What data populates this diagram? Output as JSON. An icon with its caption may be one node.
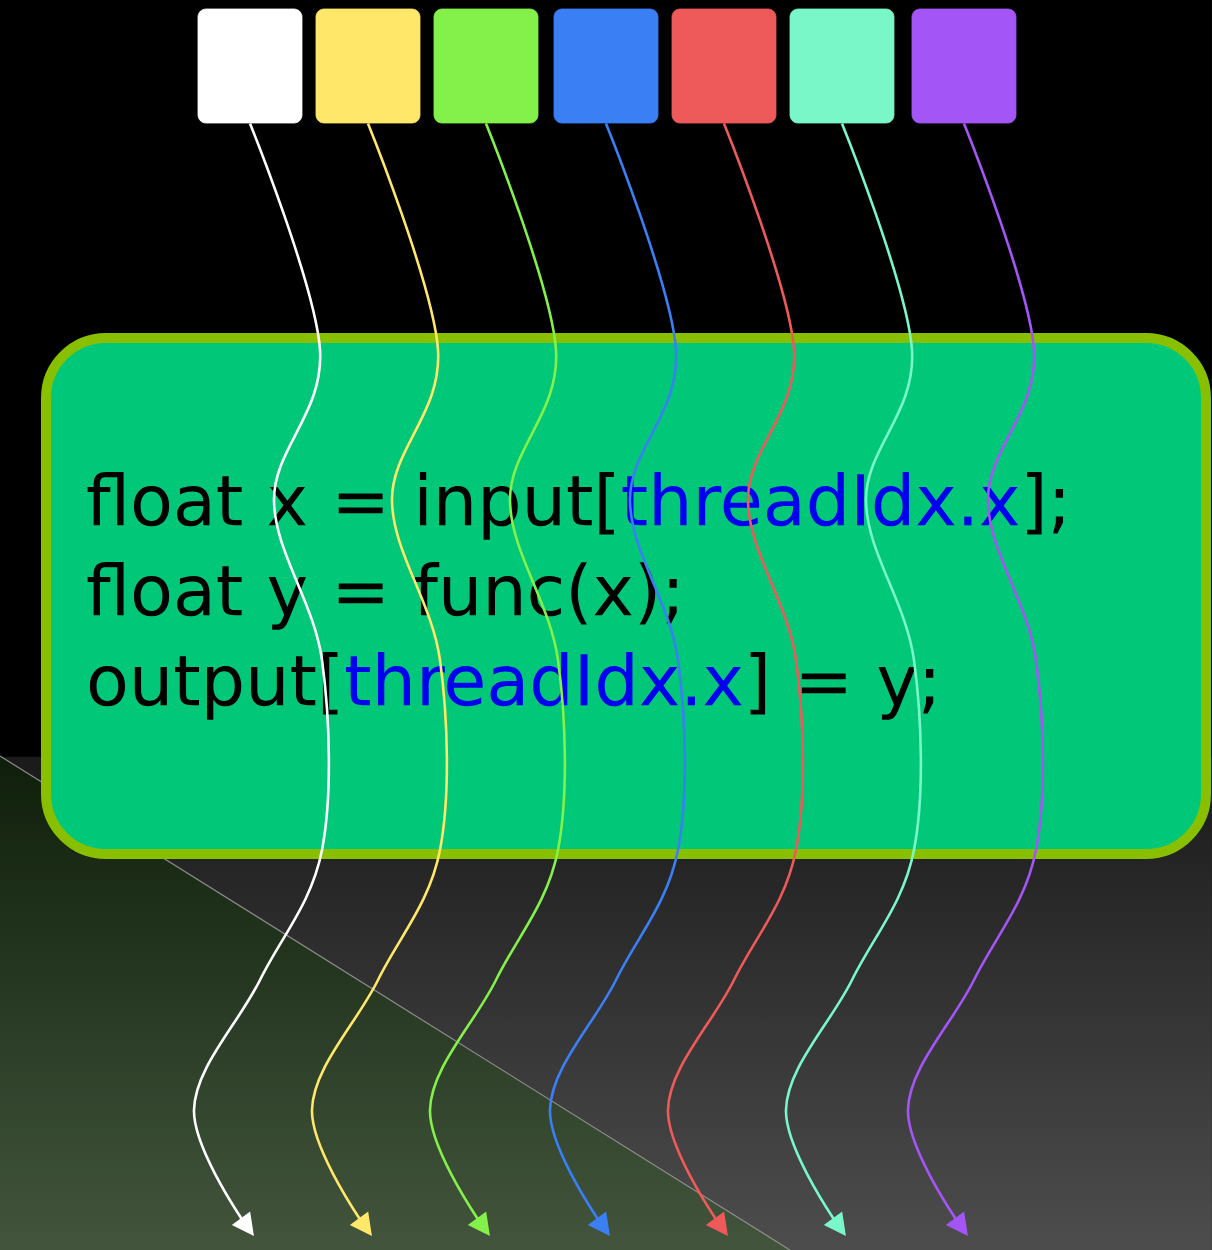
{
  "diagram": {
    "nodes": [
      {
        "text": [],
        "shape": "box"
      },
      {
        "text": [],
        "shape": "box"
      },
      {
        "text": [],
        "shape": "box"
      },
      {
        "text": [],
        "shape": "box"
      },
      {
        "text": [],
        "shape": "box"
      },
      {
        "text": [],
        "shape": "box"
      },
      {
        "text": [],
        "shape": "box"
      },
      {
        "text": [
          "float x = input[",
          "threadIdx.x",
          "]; float y = func(x); output[",
          "threadIdx.x",
          "] = y;"
        ]
      }
    ],
    "edges": [
      {
        "from": 0,
        "to": null,
        "arrow": "to",
        "color": "#ffffff"
      },
      {
        "from": 1,
        "to": null,
        "arrow": "to",
        "color": "#ffe76a"
      },
      {
        "from": 2,
        "to": null,
        "arrow": "to",
        "color": "#84f04a"
      },
      {
        "from": 3,
        "to": null,
        "arrow": "to",
        "color": "#3b7ff5"
      },
      {
        "from": 4,
        "to": null,
        "arrow": "to",
        "color": "#ee5a5a"
      },
      {
        "from": 5,
        "to": null,
        "arrow": "to",
        "color": "#7af7c8"
      },
      {
        "from": 6,
        "to": null,
        "arrow": "to",
        "color": "#a455f5"
      }
    ]
  }
}
